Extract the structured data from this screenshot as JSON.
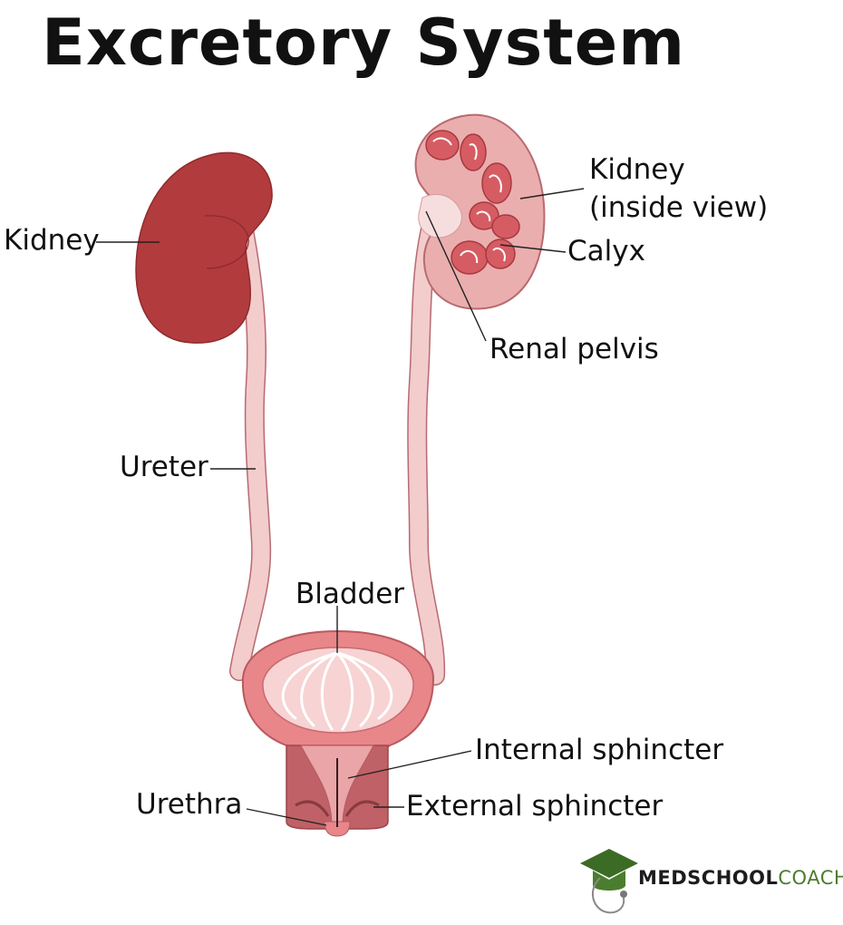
{
  "title": "Excretory System",
  "labels": {
    "kidney": "Kidney",
    "kidney_inside_line1": "Kidney",
    "kidney_inside_line2": "(inside view)",
    "calyx": "Calyx",
    "renal_pelvis": "Renal pelvis",
    "ureter": "Ureter",
    "bladder": "Bladder",
    "internal_sphincter": "Internal sphincter",
    "urethra": "Urethra",
    "external_sphincter": "External sphincter"
  },
  "logo": {
    "part1": "MEDSCHOOL",
    "part2": "COACH",
    "icon": "graduation-cap-stethoscope-icon"
  },
  "colors": {
    "kidney": "#b23b3d",
    "kidney_inside": "#eaaeae",
    "ureter": "#f0c4c4",
    "bladder": "#e8868a",
    "brand_green": "#4b7d2f",
    "text": "#111111"
  }
}
